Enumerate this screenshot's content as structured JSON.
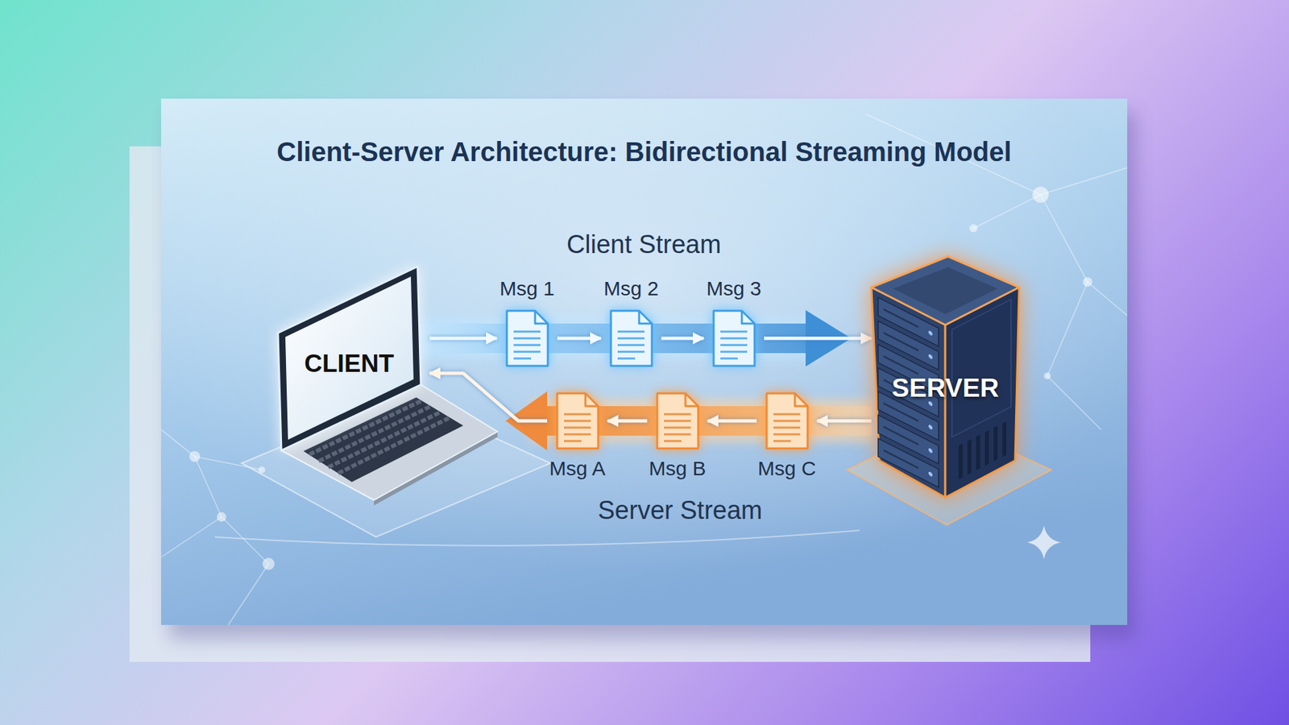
{
  "diagram": {
    "title": "Client-Server Architecture: Bidirectional Streaming Model",
    "nodes": [
      {
        "text": [
          "CLIENT"
        ]
      },
      {
        "text": [
          "Msg 1"
        ]
      },
      {
        "text": [
          "Msg 2"
        ]
      },
      {
        "text": [
          "Msg 3"
        ]
      },
      {
        "text": [
          "SERVER"
        ]
      },
      {
        "text": [
          "Msg A"
        ]
      },
      {
        "text": [
          "Msg B"
        ]
      },
      {
        "text": [
          "Msg C"
        ]
      }
    ],
    "edges": [
      {
        "from": 0,
        "to": 1,
        "arrow": "to"
      },
      {
        "from": 1,
        "to": 2,
        "arrow": "to"
      },
      {
        "from": 2,
        "to": 3,
        "arrow": "to"
      },
      {
        "from": 3,
        "to": 4,
        "arrow": "to"
      },
      {
        "from": 4,
        "to": 7,
        "arrow": "to"
      },
      {
        "from": 7,
        "to": 6,
        "arrow": "to"
      },
      {
        "from": 6,
        "to": 5,
        "arrow": "to"
      },
      {
        "from": 5,
        "to": 0,
        "arrow": "to"
      }
    ],
    "labels": [
      "Client Stream",
      "Server Stream"
    ]
  }
}
